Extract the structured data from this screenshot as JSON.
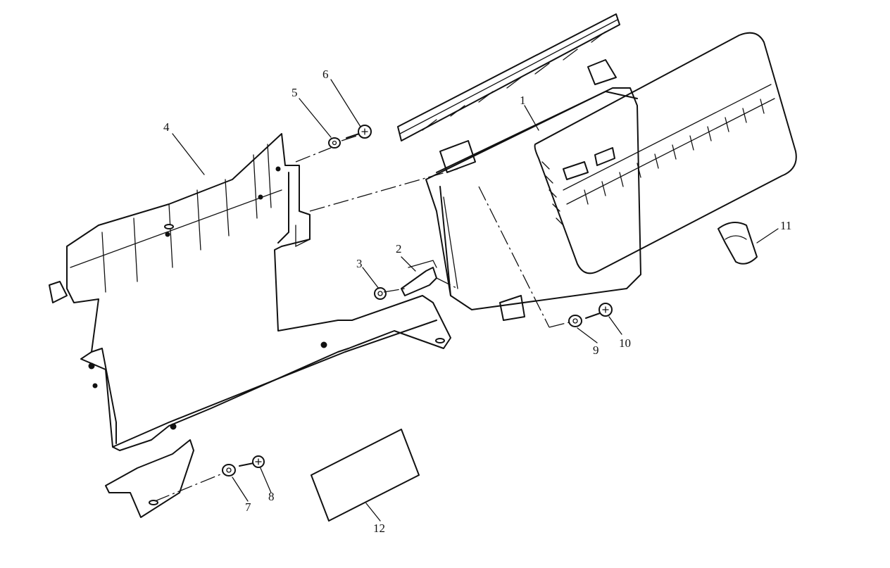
{
  "diagram": {
    "callouts": [
      {
        "id": "1",
        "text": "1"
      },
      {
        "id": "2",
        "text": "2"
      },
      {
        "id": "3",
        "text": "3"
      },
      {
        "id": "4",
        "text": "4"
      },
      {
        "id": "5",
        "text": "5"
      },
      {
        "id": "6",
        "text": "6"
      },
      {
        "id": "7",
        "text": "7"
      },
      {
        "id": "8",
        "text": "8"
      },
      {
        "id": "9",
        "text": "9"
      },
      {
        "id": "10",
        "text": "10"
      },
      {
        "id": "11",
        "text": "11"
      },
      {
        "id": "12",
        "text": "12"
      }
    ],
    "parts": [
      {
        "callout": "1",
        "name": "instrument-cluster"
      },
      {
        "callout": "2",
        "name": "mounting-clip"
      },
      {
        "callout": "3",
        "name": "nut"
      },
      {
        "callout": "4",
        "name": "mounting-bracket-frame"
      },
      {
        "callout": "5",
        "name": "washer"
      },
      {
        "callout": "6",
        "name": "screw"
      },
      {
        "callout": "7",
        "name": "washer"
      },
      {
        "callout": "8",
        "name": "screw"
      },
      {
        "callout": "9",
        "name": "washer"
      },
      {
        "callout": "10",
        "name": "screw"
      },
      {
        "callout": "11",
        "name": "clip"
      },
      {
        "callout": "12",
        "name": "label-plate"
      }
    ],
    "colors": {
      "ink": "#111111",
      "paper": "#ffffff"
    }
  }
}
